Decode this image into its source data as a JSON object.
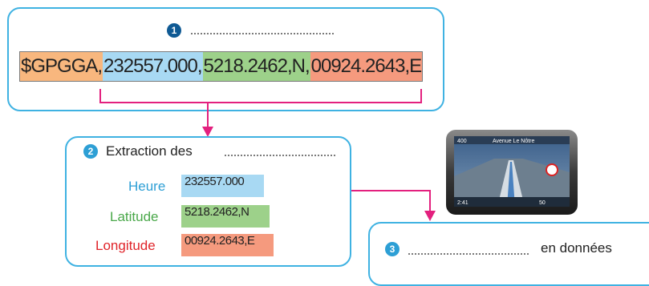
{
  "step1": {
    "number": "1",
    "segments": [
      {
        "text": "$GPGGA,",
        "color": "#f8b77e"
      },
      {
        "text": "232557.000,",
        "color": "#a8d9f3"
      },
      {
        "text": "5218.2462,N,",
        "color": "#9dd18a"
      },
      {
        "text": "00924.2643,E",
        "color": "#f59a7e"
      }
    ]
  },
  "step2": {
    "number": "2",
    "title": "Extraction des",
    "rows": [
      {
        "label": "Heure",
        "value": "232557.000",
        "label_color": "#2d9fd5",
        "value_bg": "#a8d9f3"
      },
      {
        "label": "Latitude",
        "value": "5218.2462,N",
        "label_color": "#4aa84a",
        "value_bg": "#9dd18a"
      },
      {
        "label": "Longitude",
        "value": "00924.2643,E",
        "label_color": "#e0242a",
        "value_bg": "#f59a7e"
      }
    ]
  },
  "step3": {
    "number": "3",
    "suffix": "en données"
  },
  "gps_screen": {
    "street": "Avenue Le Nôtre",
    "speed": "50",
    "time": "2:41",
    "distance": "400"
  },
  "colors": {
    "box_border": "#3fb2e2",
    "arrow": "#e3207e",
    "badge_1": "#0f5a94",
    "badge_blue": "#2d9fd5"
  }
}
